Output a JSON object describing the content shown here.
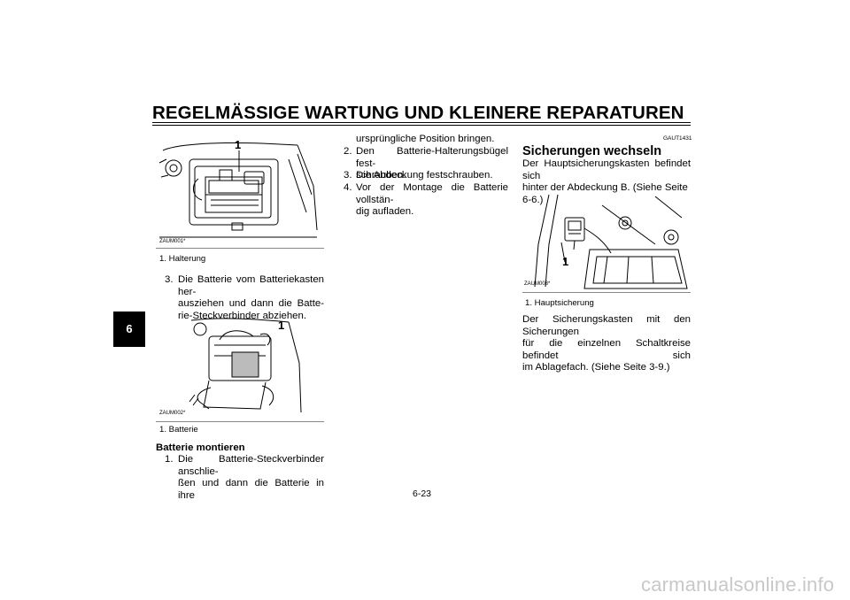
{
  "page": {
    "title": "REGELMÄSSIGE WARTUNG UND KLEINERE REPARATUREN",
    "section_tab": "6",
    "page_number": "6-23",
    "watermark": "carmanualsonline.info"
  },
  "left_column": {
    "figure1": {
      "callout": "1",
      "code": "ZAUM001*",
      "caption": "1. Halterung"
    },
    "step3": {
      "number": "3.",
      "lines": [
        "Die Batterie vom Batteriekasten her-",
        "ausziehen und dann die Batte-",
        "rie-Steckverbinder abziehen."
      ]
    },
    "figure2": {
      "callout": "1",
      "code": "ZAUM002*",
      "caption": "1. Batterie"
    },
    "subheading": "Batterie montieren",
    "step1": {
      "number": "1.",
      "lines": [
        "Die Batterie-Steckverbinder anschlie-",
        "ßen und dann die Batterie in ihre"
      ]
    }
  },
  "middle_column": {
    "continuation": "ursprüngliche Position bringen.",
    "step2": {
      "number": "2.",
      "lines": [
        "Den Batterie-Halterungsbügel fest-",
        "schrauben."
      ]
    },
    "step3": {
      "number": "3.",
      "lines": [
        "Die Abdeckung festschrauben."
      ]
    },
    "step4": {
      "number": "4.",
      "lines": [
        "Vor der Montage die Batterie vollstän-",
        "dig aufladen."
      ]
    }
  },
  "right_column": {
    "ref_code": "GAUT1431",
    "heading": "Sicherungen wechseln",
    "intro_lines": [
      "Der Hauptsicherungskasten befindet sich",
      "hinter der Abdeckung B. (Siehe Seite 6-6.)"
    ],
    "figure3": {
      "callout": "1",
      "code": "ZAUM003*",
      "caption": "1. Hauptsicherung"
    },
    "outro_lines": [
      "Der Sicherungskasten mit den Sicherungen",
      "für die einzelnen Schaltkreise befindet sich",
      "im Ablagefach. (Siehe Seite 3-9.)"
    ]
  }
}
